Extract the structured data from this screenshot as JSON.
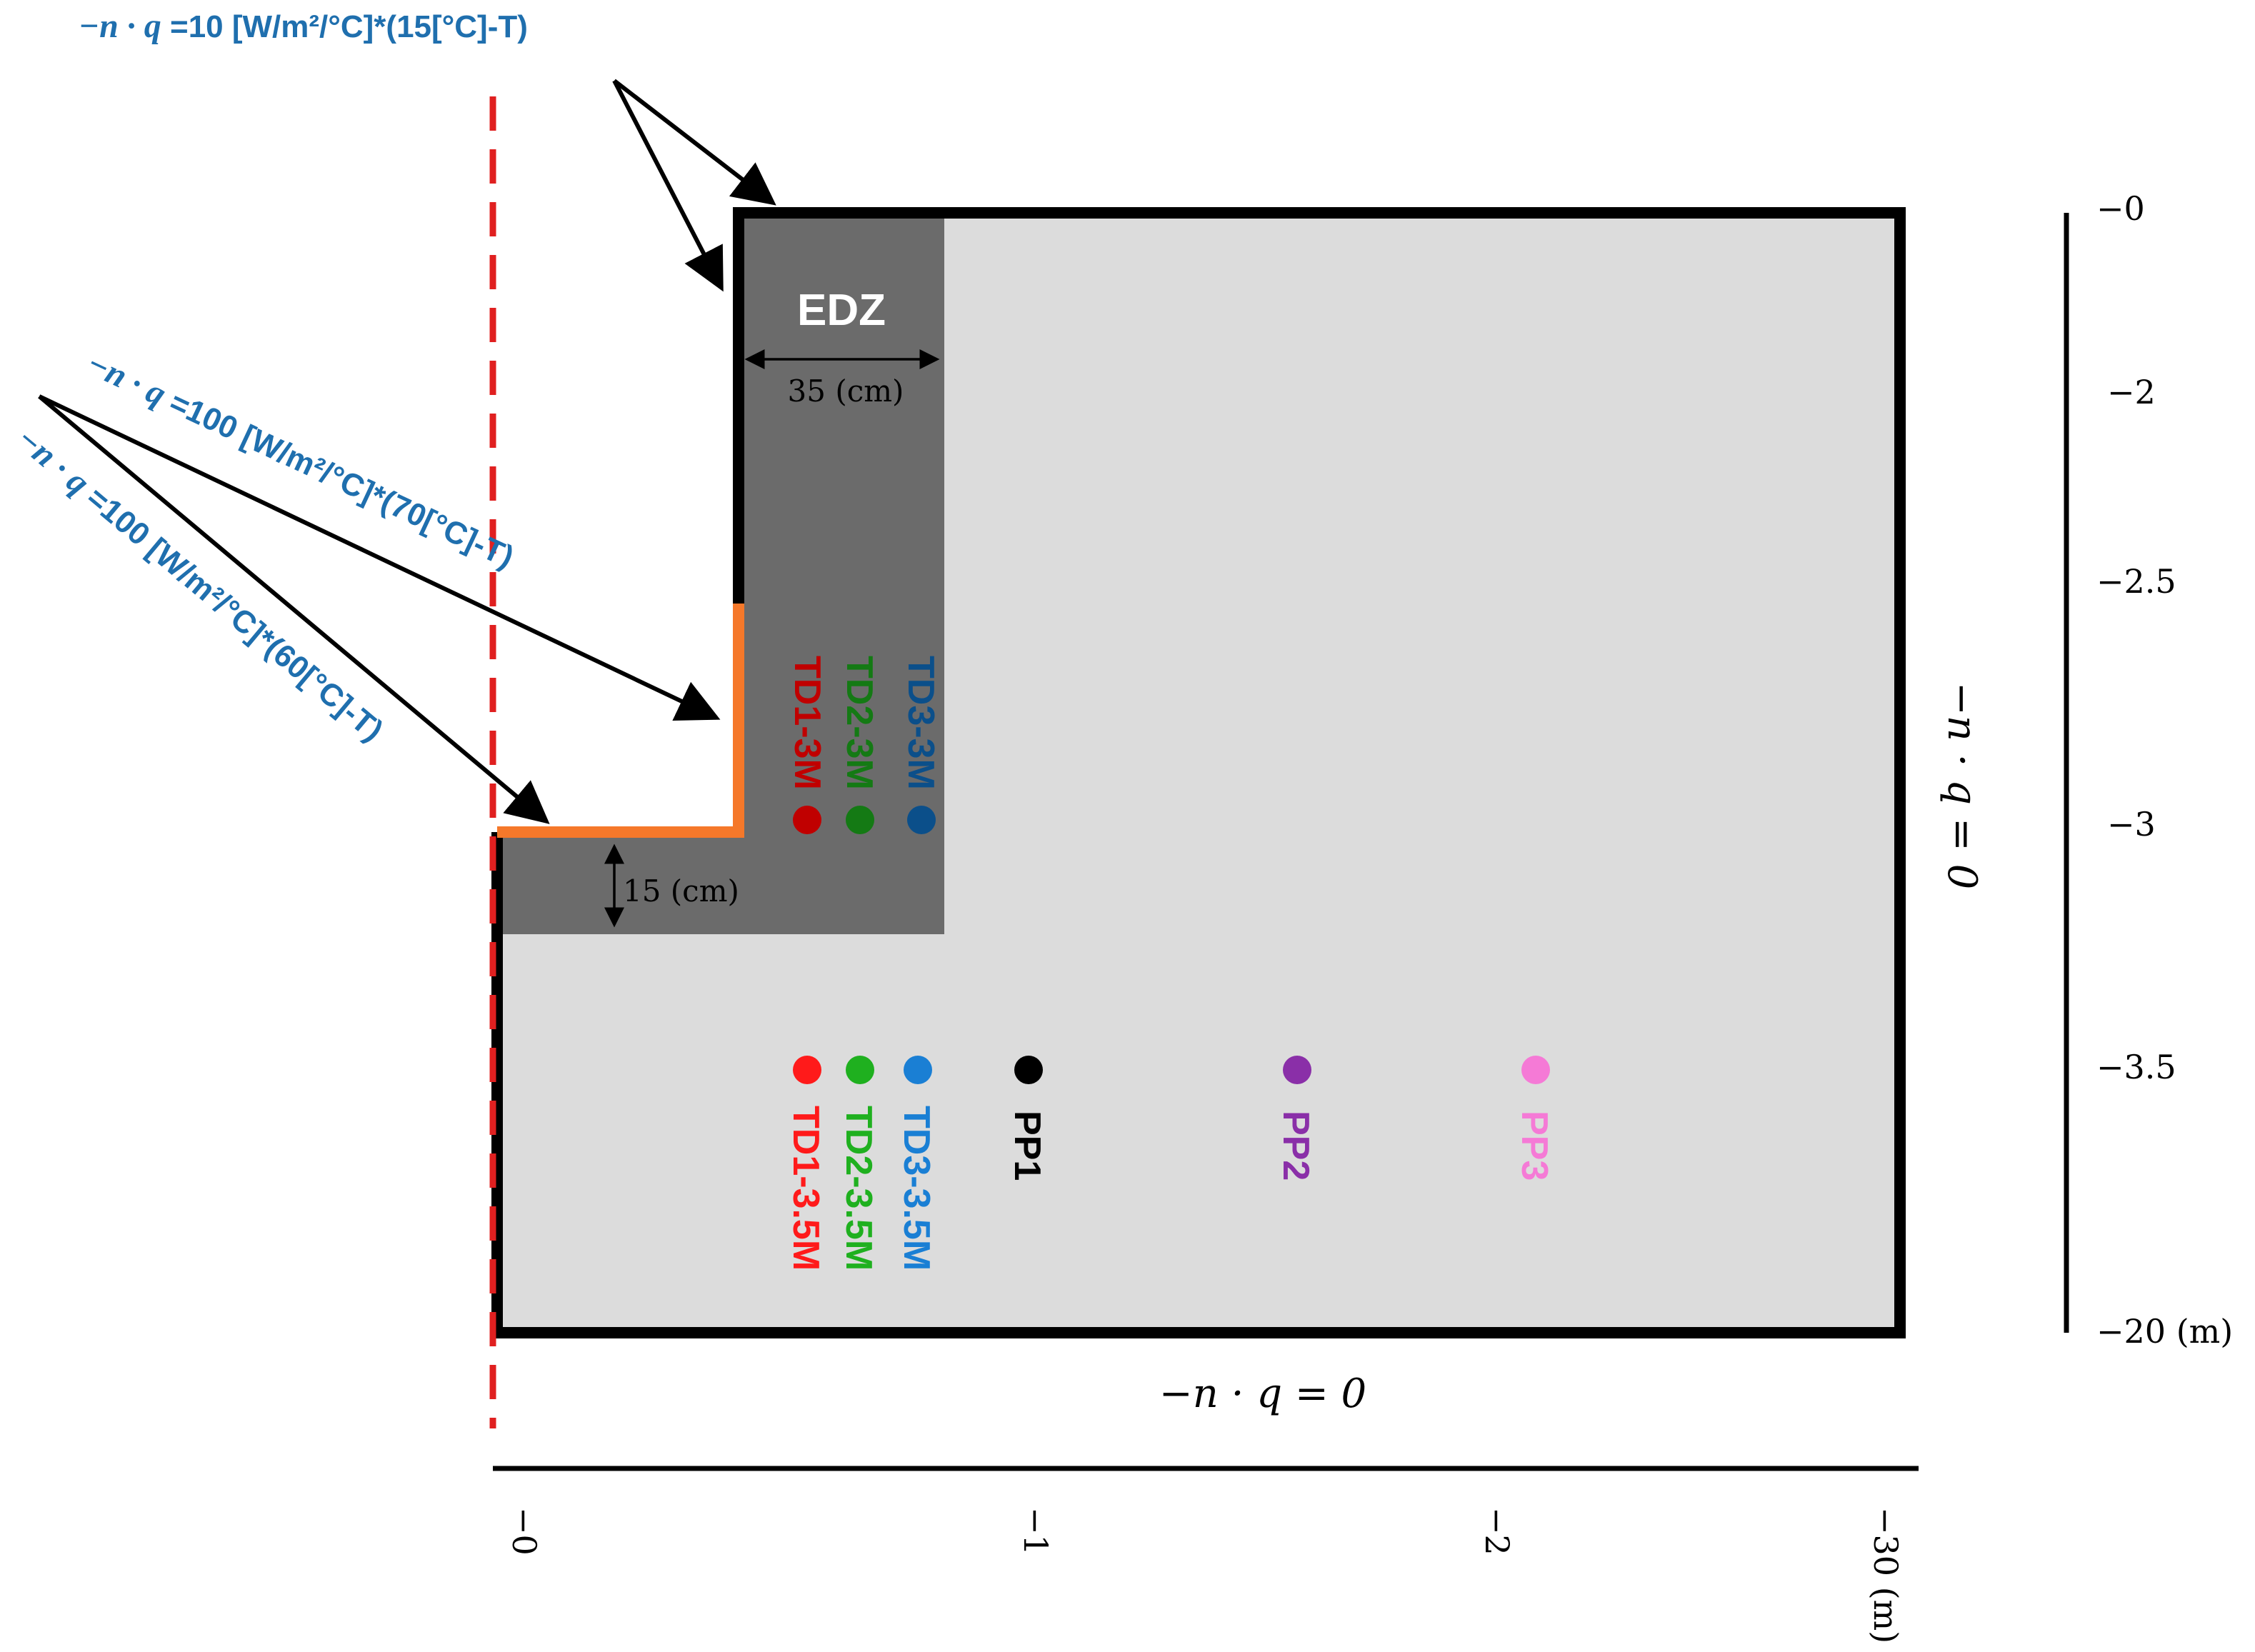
{
  "boundary_conditions": {
    "top": {
      "prefix": "−n · q",
      "text": " =10 [W/m²/°C]*(15[°C]-T)"
    },
    "wall": {
      "prefix": "−n · q",
      "text": " =100 [W/m²/°C]*(70[°C]-T)"
    },
    "floor": {
      "prefix": "−n · q",
      "text": " =100  [W/m²/°C]*(60[°C]-T)"
    },
    "bottom": "−n · q = 0",
    "right": "−n · q = 0"
  },
  "edz": {
    "label": "EDZ",
    "width_dim": "35 (cm)",
    "depth_dim": "15 (cm)"
  },
  "vertical_axis": {
    "ticks": [
      "−0",
      "−2",
      "−2.5",
      "−3",
      "−3.5",
      "−20 (m)"
    ]
  },
  "horizontal_axis": {
    "ticks": [
      "−0",
      "−1",
      "−2",
      "−30 (m)"
    ]
  },
  "sensors": {
    "upper": [
      {
        "label": "TD1-3M",
        "color": "#c00000"
      },
      {
        "label": "TD2-3M",
        "color": "#147a14"
      },
      {
        "label": "TD3-3M",
        "color": "#0b4f8a"
      }
    ],
    "lower": [
      {
        "label": "TD1-3.5M",
        "color": "#ff1a1a"
      },
      {
        "label": "TD2-3.5M",
        "color": "#1fb01f"
      },
      {
        "label": "TD3-3.5M",
        "color": "#1a7fd4"
      },
      {
        "label": "PP1",
        "color": "#000000"
      },
      {
        "label": "PP2",
        "color": "#8a2fa8"
      },
      {
        "label": "PP3",
        "color": "#f57ad6"
      }
    ]
  },
  "colors": {
    "domain": "#dcdcdc",
    "edz": "#6b6b6b",
    "heated_boundary": "#f5782a",
    "symmetry_line": "#e02020",
    "bc_text": "#1f6fae"
  }
}
